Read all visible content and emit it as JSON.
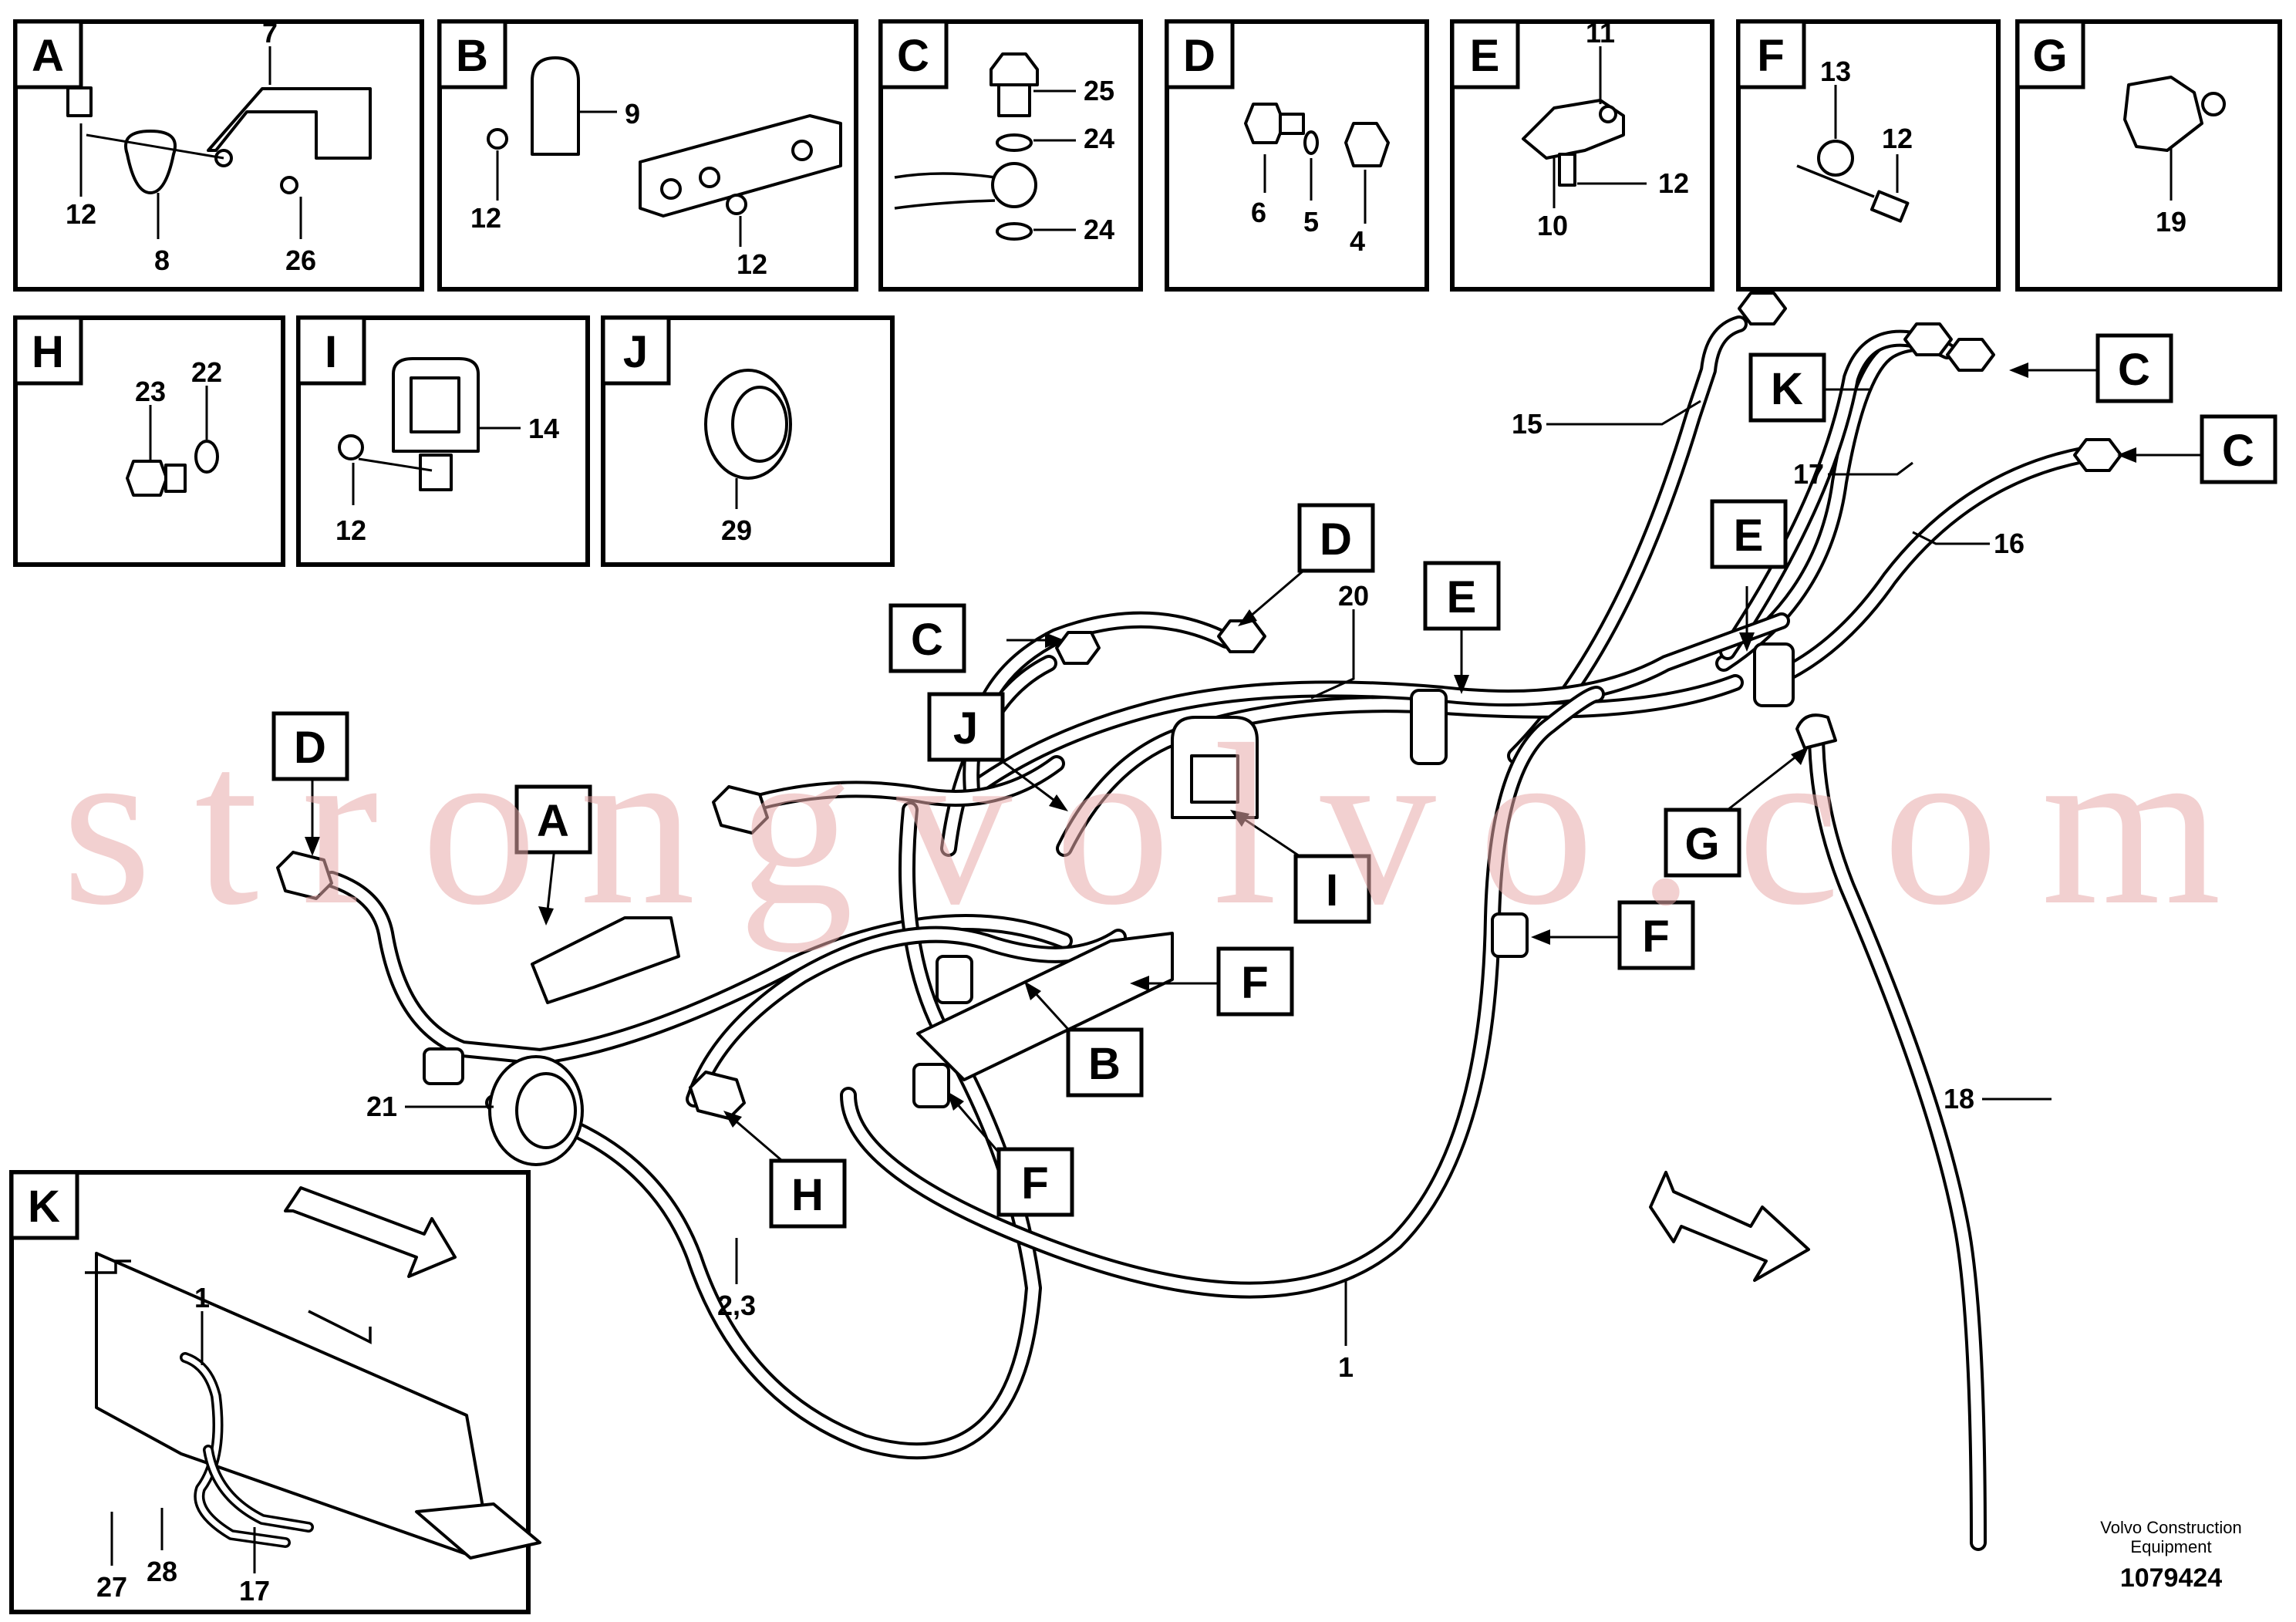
{
  "panels": [
    {
      "id": "a",
      "letter": "A",
      "callouts": [
        "7",
        "12",
        "8",
        "26"
      ]
    },
    {
      "id": "b",
      "letter": "B",
      "callouts": [
        "9",
        "12",
        "12"
      ]
    },
    {
      "id": "c",
      "letter": "C",
      "callouts": [
        "25",
        "24",
        "24"
      ]
    },
    {
      "id": "d",
      "letter": "D",
      "callouts": [
        "6",
        "5",
        "4"
      ]
    },
    {
      "id": "e",
      "letter": "E",
      "callouts": [
        "11",
        "12",
        "10"
      ]
    },
    {
      "id": "f",
      "letter": "F",
      "callouts": [
        "13",
        "12"
      ]
    },
    {
      "id": "g",
      "letter": "G",
      "callouts": [
        "19"
      ]
    },
    {
      "id": "h",
      "letter": "H",
      "callouts": [
        "23",
        "22"
      ]
    },
    {
      "id": "i",
      "letter": "I",
      "callouts": [
        "14",
        "12"
      ]
    },
    {
      "id": "j",
      "letter": "J",
      "callouts": [
        "29"
      ]
    },
    {
      "id": "k",
      "letter": "K",
      "callouts": [
        "1",
        "27",
        "28",
        "17"
      ]
    }
  ],
  "main_tags": [
    "D",
    "A",
    "C",
    "D",
    "J",
    "E",
    "K",
    "C",
    "C",
    "E",
    "I",
    "G",
    "F",
    "F",
    "B",
    "F",
    "H"
  ],
  "main_callouts": [
    "15",
    "17",
    "16",
    "20",
    "21",
    "2,3",
    "1",
    "18"
  ],
  "watermark": "strongvolvo.com",
  "footer": {
    "brand_line1": "Volvo Construction",
    "brand_line2": "Equipment",
    "doc_number": "1079424"
  }
}
